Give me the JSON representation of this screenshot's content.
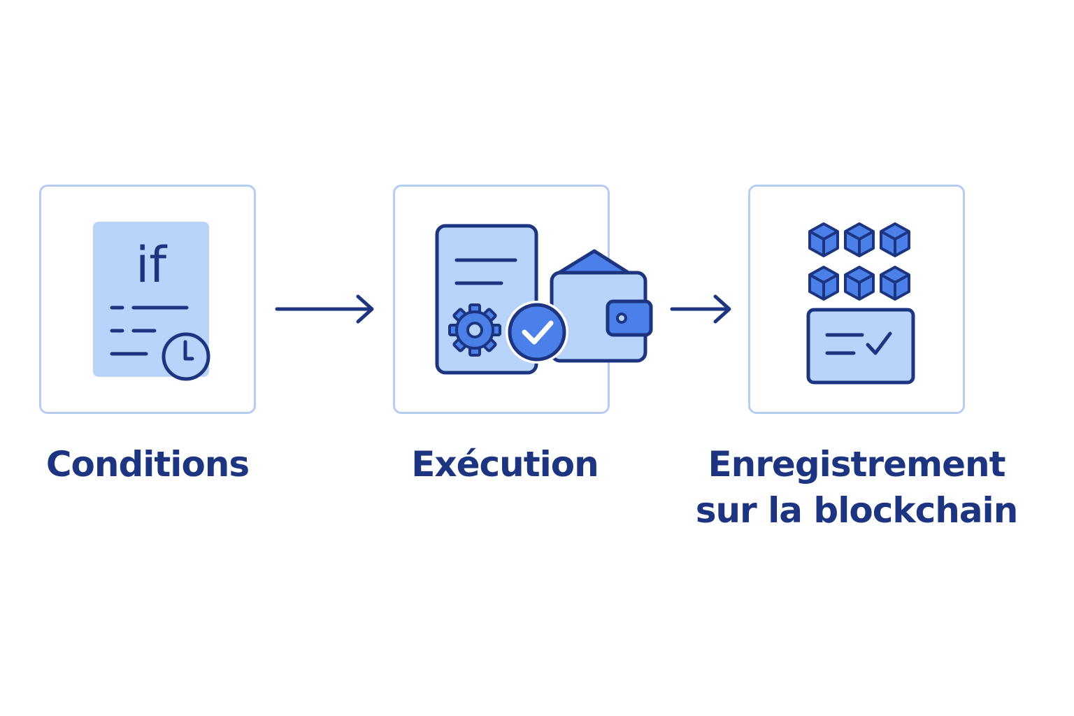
{
  "colors": {
    "navy": "#1d3580",
    "accent_blue": "#4a80e8",
    "light_fill": "#b9d4fa",
    "box_border": "#b4cdf0"
  },
  "steps": [
    {
      "icon_name": "conditional-document-icon",
      "icon_text": "if",
      "label_lines": [
        "Conditions"
      ]
    },
    {
      "icon_name": "contract-execution-wallet-icon",
      "label_lines": [
        "Exécution"
      ]
    },
    {
      "icon_name": "blockchain-record-icon",
      "label_lines": [
        "Enregistrement",
        "sur la blockchain"
      ]
    }
  ],
  "connectors": [
    {
      "from": "Conditions",
      "to": "Exécution",
      "icon_name": "arrow-right-icon"
    },
    {
      "from": "Exécution",
      "to": "Enregistrement sur la blockchain",
      "icon_name": "arrow-right-icon"
    }
  ]
}
